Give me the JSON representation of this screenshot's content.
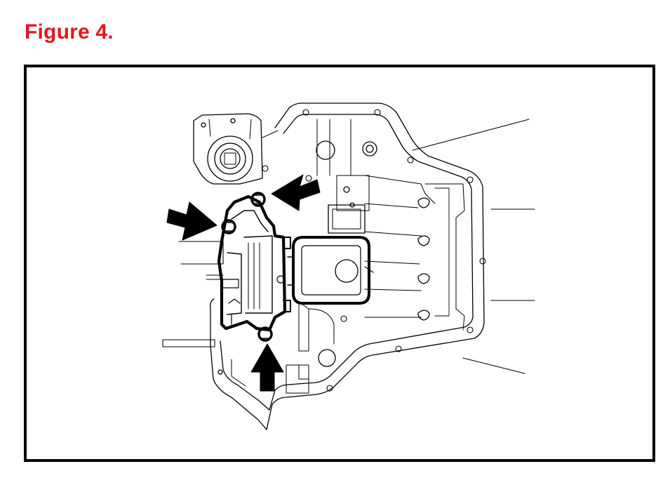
{
  "figure": {
    "title": "Figure 4."
  },
  "colors": {
    "title": "#e8141c",
    "line": "#000000",
    "background": "#ffffff"
  },
  "diagram": {
    "callout_arrows": 3,
    "highlighted_bolts": 3
  }
}
